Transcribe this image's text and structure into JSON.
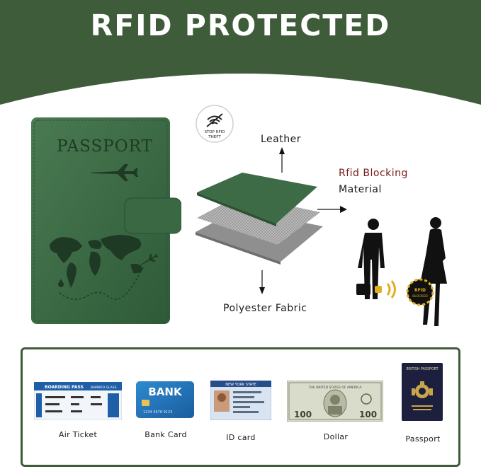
{
  "title": "RFID PROTECTED",
  "passport_cover": "PASSPORT",
  "badge": {
    "line1": "STOP RFID",
    "line2": "THEFT"
  },
  "layers": {
    "leather": "Leather",
    "rfid_blocking": "Rfid Blocking",
    "material": "Material",
    "polyester": "Polyester Fabric"
  },
  "people_badge": {
    "line1": "RFID",
    "line2": "BLOCKED"
  },
  "items": [
    {
      "label": "Air Ticket",
      "card_title": "BOARDING PASS",
      "card_sub": "BAMBOO GLASS"
    },
    {
      "label": "Bank Card",
      "card_title": "BANK",
      "card_number": "1234 5678 9123"
    },
    {
      "label": "ID card",
      "card_title": "NEW YORK STATE"
    },
    {
      "label": "Dollar",
      "card_title": "THE UNITED STATES OF AMERICA",
      "card_value": "100"
    },
    {
      "label": "Passport",
      "card_title": "BRITISH PASSPORT"
    }
  ],
  "colors": {
    "brand_green": "#3f5c3a",
    "passport_green": "#3d6b45",
    "rfid_red": "#7a1a1a",
    "gold": "#e0b020"
  }
}
